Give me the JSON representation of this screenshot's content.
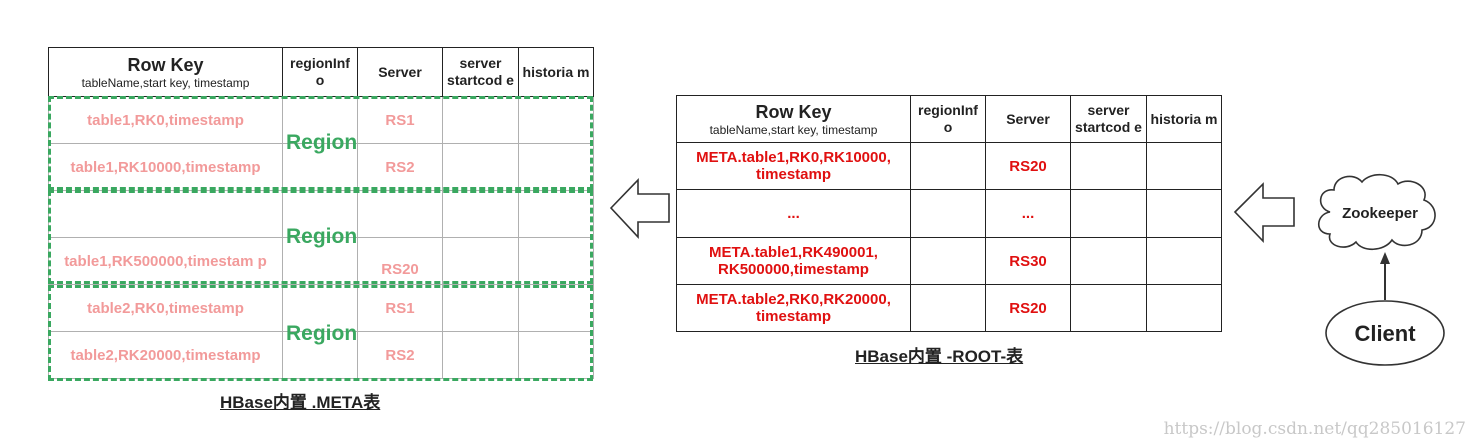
{
  "meta_table": {
    "headers": {
      "row_key": "Row  Key",
      "row_key_sub": "tableName,start key, timestamp",
      "region_info": "regionInf o",
      "server": "Server",
      "startcode": "server startcod e",
      "historian": "historia m"
    },
    "rows": [
      {
        "key": "table1,RK0,timestamp",
        "server": "RS1"
      },
      {
        "key": "table1,RK10000,timestamp",
        "server": "RS2"
      },
      {
        "key": "",
        "server": ""
      },
      {
        "key": "table1,RK500000,timestam p",
        "server": "RS20"
      },
      {
        "key": "table2,RK0,timestamp",
        "server": "RS1"
      },
      {
        "key": "table2,RK20000,timestamp",
        "server": "RS2"
      }
    ],
    "region_label": "Region",
    "caption": "HBase内置 .META表"
  },
  "root_table": {
    "headers": {
      "row_key": "Row  Key",
      "row_key_sub": "tableName,start key, timestamp",
      "region_info": "regionInf o",
      "server": "Server",
      "startcode": "server startcod e",
      "historian": "historia m"
    },
    "rows": [
      {
        "key": "META.table1,RK0,RK10000, timestamp",
        "server": "RS20"
      },
      {
        "key": "...",
        "server": "..."
      },
      {
        "key": "META.table1,RK490001, RK500000,timestamp",
        "server": "RS30"
      },
      {
        "key": "META.table2,RK0,RK20000, timestamp",
        "server": "RS20"
      }
    ],
    "caption": "HBase内置 -ROOT-表"
  },
  "nodes": {
    "zookeeper": "Zookeeper",
    "client": "Client"
  },
  "watermark": "https://blog.csdn.net/qq285016127",
  "colors": {
    "meta_text": "#f29a9a",
    "root_text": "#e01010",
    "region": "#3aa860"
  }
}
